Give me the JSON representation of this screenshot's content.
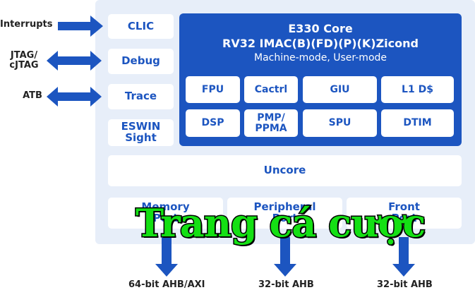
{
  "inputs": {
    "interrupts": "Interrupts",
    "jtag": "JTAG/\ncJTAG",
    "atb": "ATB"
  },
  "left_blocks": {
    "clic": "CLIC",
    "debug": "Debug",
    "trace": "Trace",
    "eswin": "ESWIN\nSight"
  },
  "core": {
    "title": "E330 Core",
    "isa": "RV32 IMAC(B)(FD)(P)(K)Zicond",
    "modes": "Machine-mode, User-mode",
    "units": [
      "FPU",
      "Cactrl",
      "GIU",
      "L1 D$",
      "DSP",
      "PMP/\nPPMA",
      "SPU",
      "DTIM"
    ]
  },
  "uncore": "Uncore",
  "ports": [
    "Memory\nPort",
    "Peripheral\nPort",
    "Front\nPort"
  ],
  "buses": [
    "64-bit AHB/AXI",
    "32-bit AHB",
    "32-bit AHB"
  ],
  "watermark": "Trang cá cược",
  "colors": {
    "primary": "#1c55c0",
    "panel": "#e7eef9"
  }
}
